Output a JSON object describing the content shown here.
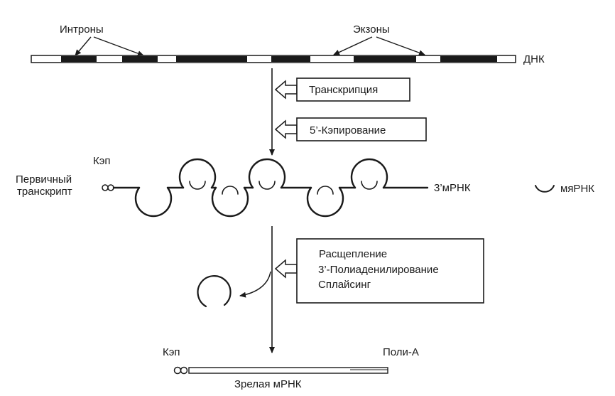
{
  "labels": {
    "introns": "Интроны",
    "exons": "Экзоны",
    "dna": "ДНК",
    "transcription": "Транскрипция",
    "capping": "5’-Кэпирование",
    "cap_top": "Кэп",
    "primary_line1": "Первичный",
    "primary_line2": "транскрипт",
    "mrna3": "3’мРНК",
    "snrna": "мяРНК",
    "cleavage": "Расщепление",
    "polyadenylation": "3’-Полиаденилирование",
    "splicing": "Сплайсинг",
    "cap_bottom": "Кэп",
    "polya": "Поли-А",
    "mature": "Зрелая мРНК"
  },
  "colors": {
    "ink": "#1a1a1a",
    "background": "#ffffff"
  }
}
